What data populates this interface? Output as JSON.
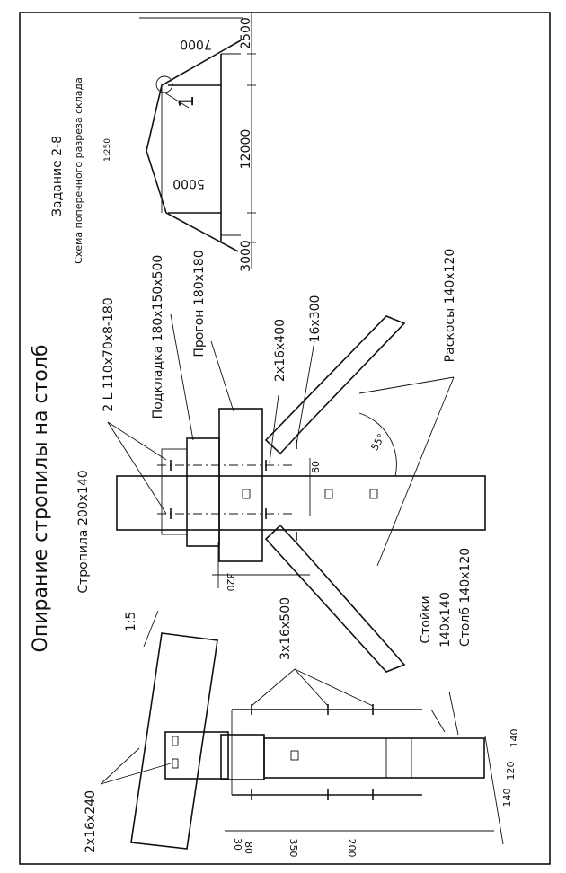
{
  "main_title": "Опирание стропилы на столб",
  "task": {
    "title": "Задание 2-8",
    "subtitle": "Схема поперечного разреза склада",
    "scale": "1:250"
  },
  "section_dims": {
    "left_span": "7000",
    "right_span": "5000",
    "width_total": "12000",
    "left_offset": "2500",
    "right_offset": "3000",
    "node_mark": "1"
  },
  "labels": {
    "rafter": "Стропила 200х140",
    "slope": "1:5",
    "bolts_3": "3х16х500",
    "posts_1": "Стойки",
    "posts_2": "140х140",
    "column": "Столб 140х120",
    "bolts_2_left": "2х16х240",
    "angle": "2 L 110х70х8-180",
    "pad": "Подкладка 180х150х500",
    "purlin": "Прогон 180х180",
    "bolts_2_right": "2х16х400",
    "bolt_16": "16х300",
    "braces": "Раскосы 140х120",
    "angle_deg": "55°"
  },
  "dims": {
    "d30": "30",
    "d80a": "80",
    "d350": "350",
    "d200": "200",
    "d140a": "140",
    "d120": "120",
    "d140b": "140",
    "d320": "320",
    "d80b": "80"
  }
}
